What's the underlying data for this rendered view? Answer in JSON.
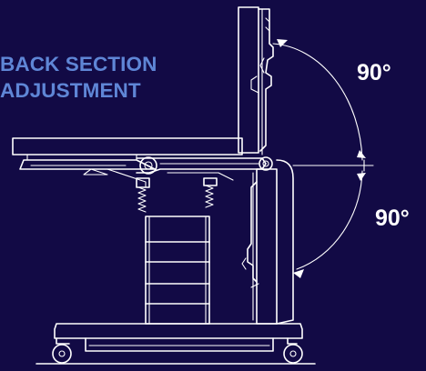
{
  "title": {
    "line1": "BACK SECTION",
    "line2": "ADJUSTMENT"
  },
  "angles": {
    "upper": "90°",
    "lower": "90°"
  },
  "colors": {
    "background": "#120a45",
    "title": "#5f86d6",
    "lines": "#ffffff"
  }
}
